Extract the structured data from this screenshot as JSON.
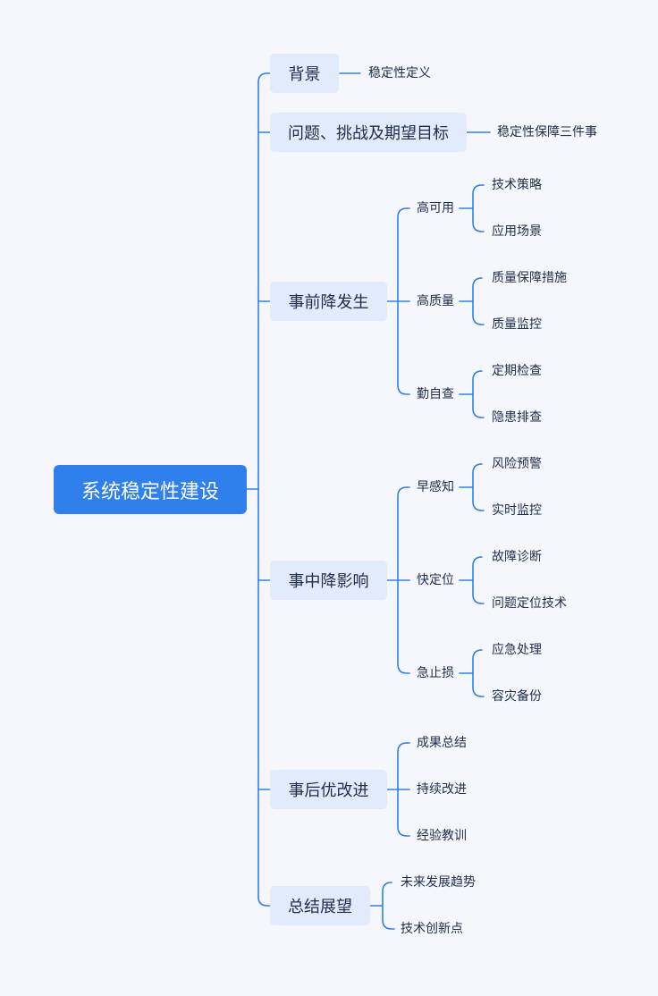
{
  "root": "系统稳定性建设",
  "nodes": {
    "bg": {
      "label": "背景",
      "children": [
        "稳定性定义"
      ]
    },
    "problem": {
      "label": "问题、挑战及期望目标",
      "children": [
        "稳定性保障三件事"
      ]
    },
    "before": {
      "label": "事前降发生",
      "groups": [
        {
          "label": "高可用",
          "children": [
            "技术策略",
            "应用场景"
          ]
        },
        {
          "label": "高质量",
          "children": [
            "质量保障措施",
            "质量监控"
          ]
        },
        {
          "label": "勤自查",
          "children": [
            "定期检查",
            "隐患排查"
          ]
        }
      ]
    },
    "during": {
      "label": "事中降影响",
      "groups": [
        {
          "label": "早感知",
          "children": [
            "风险预警",
            "实时监控"
          ]
        },
        {
          "label": "快定位",
          "children": [
            "故障诊断",
            "问题定位技术"
          ]
        },
        {
          "label": "急止损",
          "children": [
            "应急处理",
            "容灾备份"
          ]
        }
      ]
    },
    "after": {
      "label": "事后优改进",
      "children": [
        "成果总结",
        "持续改进",
        "经验教训"
      ]
    },
    "summary": {
      "label": "总结展望",
      "children": [
        "未来发展趋势",
        "技术创新点"
      ]
    }
  },
  "colors": {
    "accent": "#2f80ed",
    "node_bg": "#e2ebfc",
    "text": "#1f2d4d",
    "background": "#f5f7fc"
  }
}
